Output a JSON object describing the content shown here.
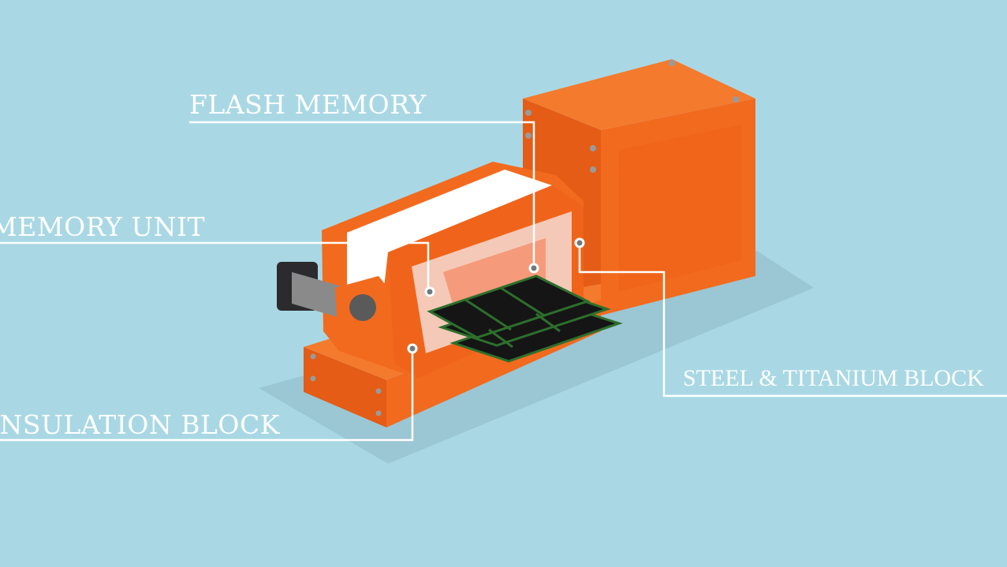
{
  "labels": {
    "flash_memory": "FLASH MEMORY",
    "memory_unit": "MEMORY UNIT",
    "insulation_block": "INSULATION BLOCK",
    "steel_titanium_block": "STEEL & TITANIUM BLOCK"
  },
  "colors": {
    "background": "#a9d8e4",
    "orange": "#f26a1e",
    "orange_dark": "#dc5814",
    "chip_board": "#1f5a22",
    "chip": "#111111"
  }
}
